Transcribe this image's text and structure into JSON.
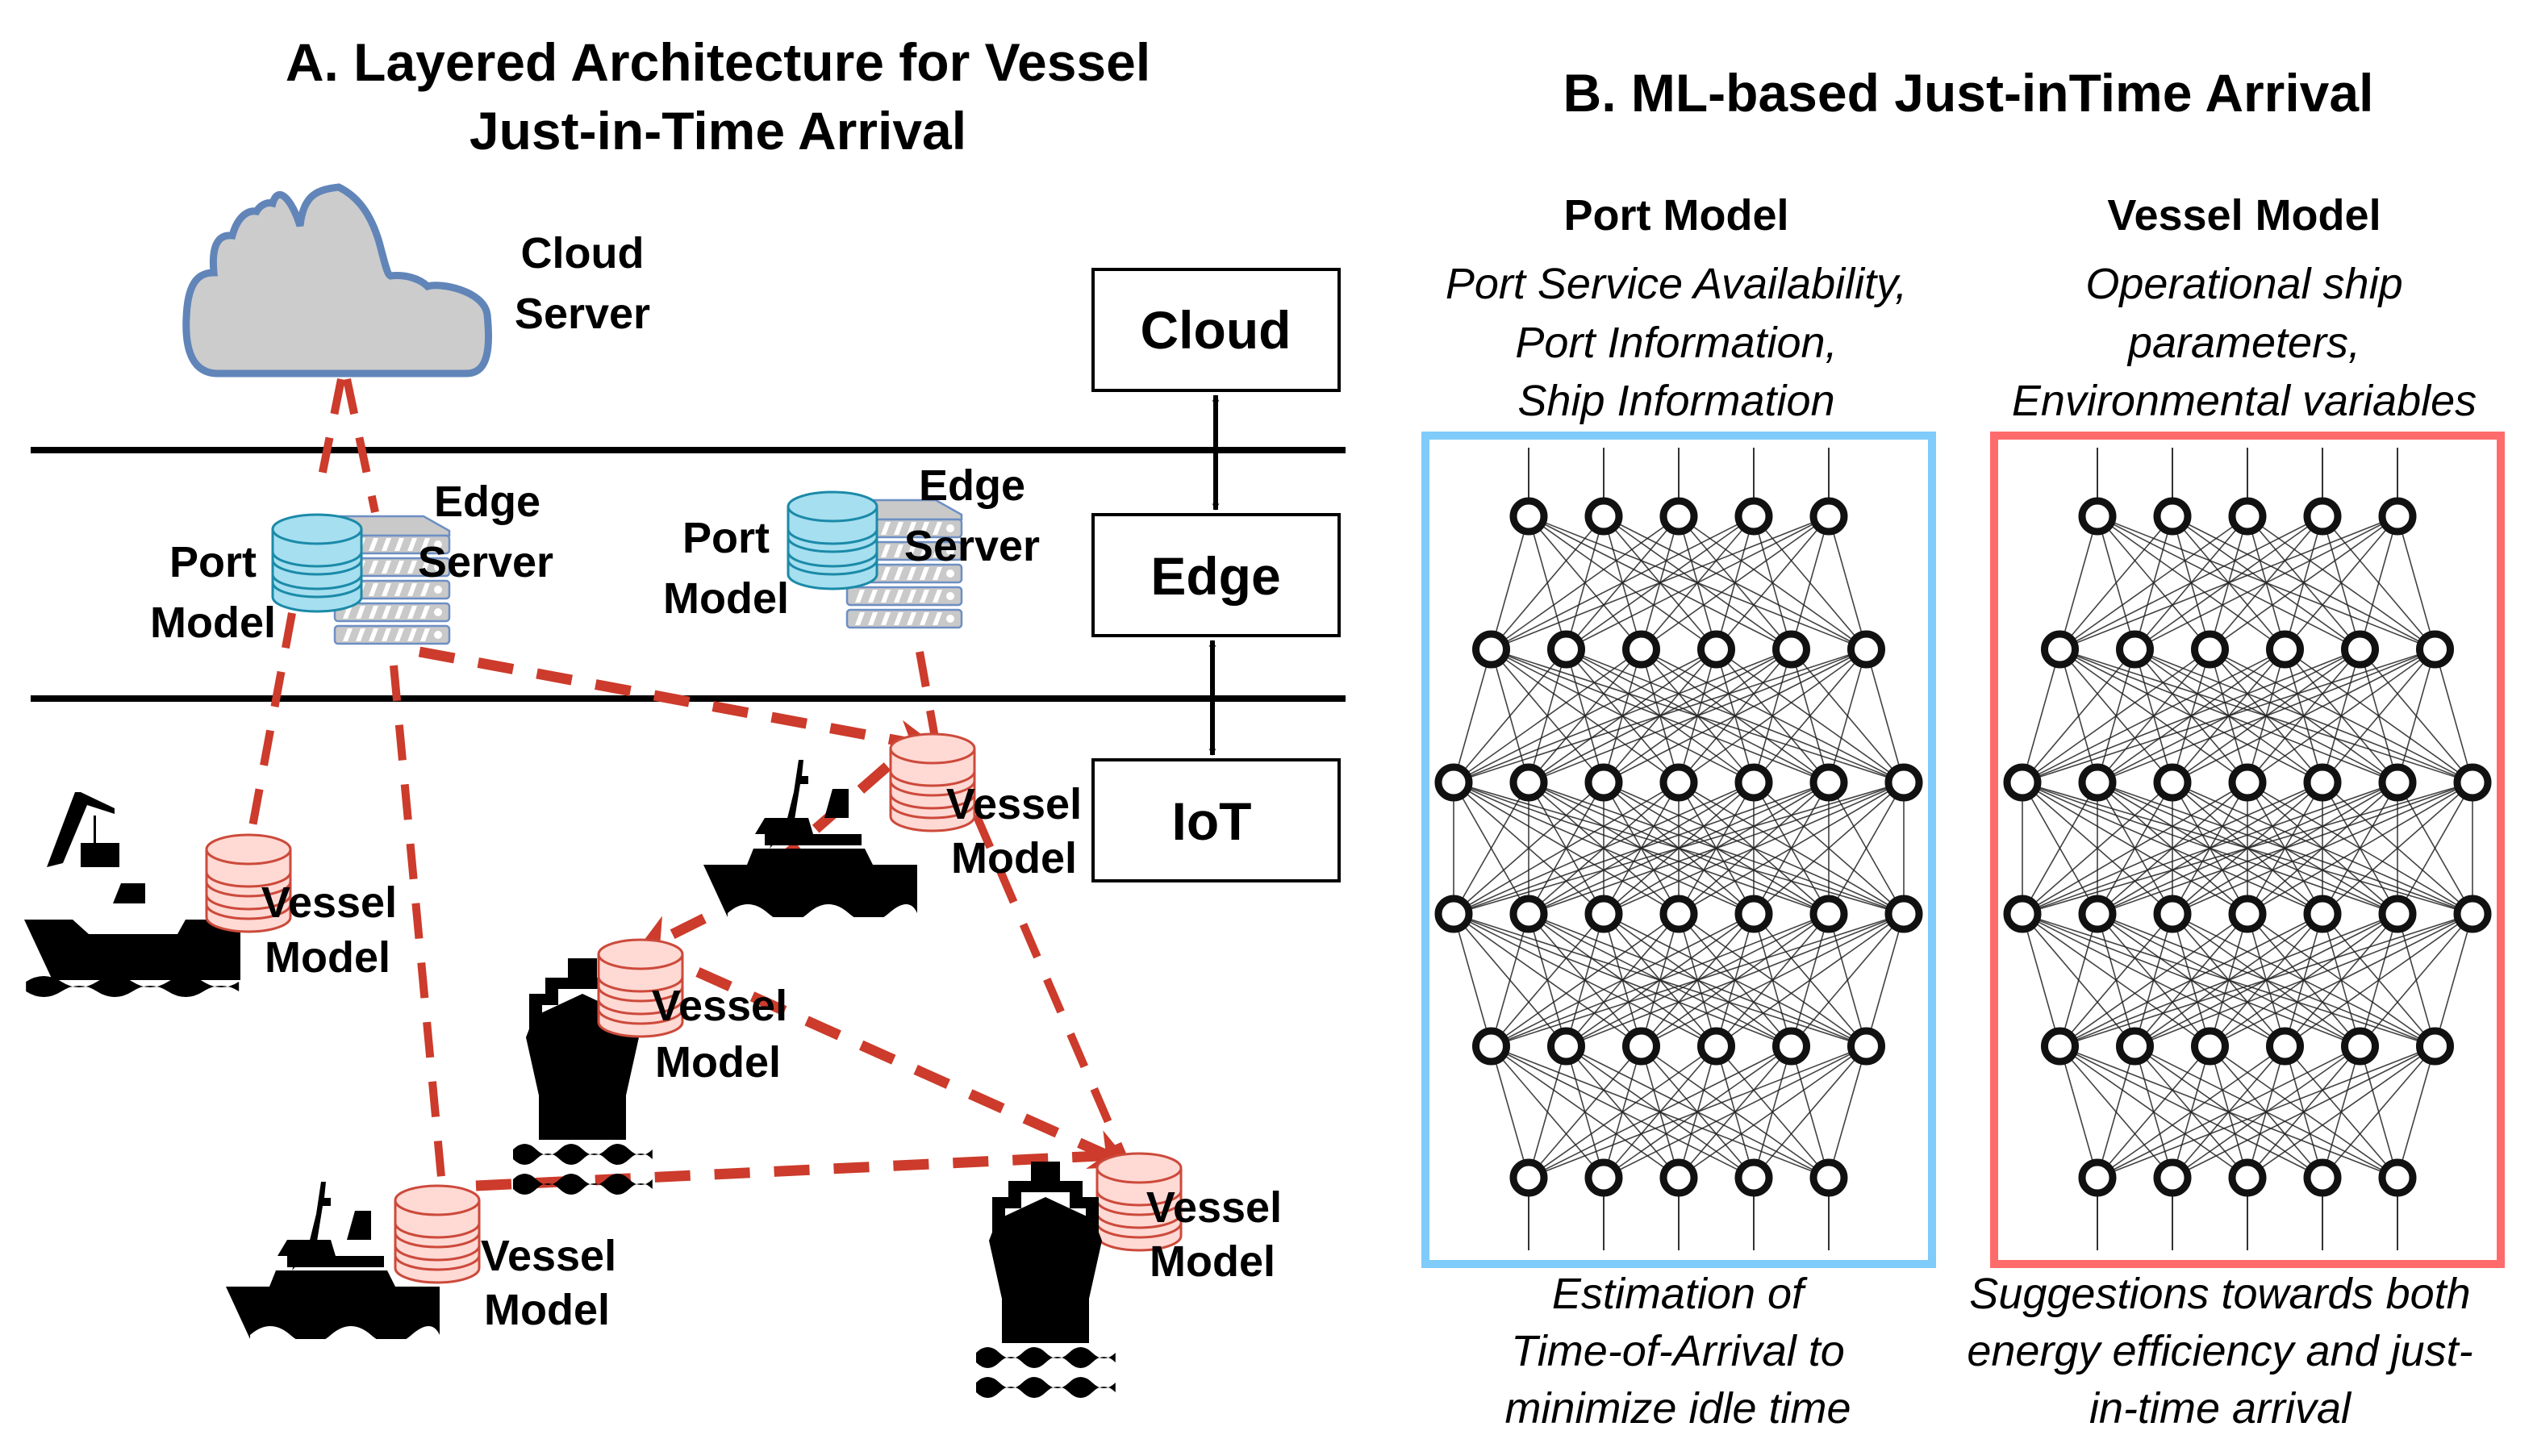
{
  "panel_a": {
    "title_line1": "A. Layered Architecture for Vessel",
    "title_line2": "Just-in-Time Arrival",
    "cloud_label_line1": "Cloud",
    "cloud_label_line2": "Server",
    "edge_servers": [
      {
        "port_line1": "Port",
        "port_line2": "Model",
        "server_line1": "Edge",
        "server_line2": "Server"
      },
      {
        "port_line1": "Port",
        "port_line2": "Model",
        "server_line1": "Edge",
        "server_line2": "Server"
      }
    ],
    "layers": [
      {
        "label": "Cloud"
      },
      {
        "label": "Edge"
      },
      {
        "label": "IoT"
      }
    ],
    "vessels": [
      {
        "type": "crane-ship",
        "label_line1": "Vessel",
        "label_line2": "Model"
      },
      {
        "type": "trawler",
        "label_line1": "Vessel",
        "label_line2": "Model"
      },
      {
        "type": "cargo-front",
        "label_line1": "Vessel",
        "label_line2": "Model"
      },
      {
        "type": "trawler",
        "label_line1": "Vessel",
        "label_line2": "Model"
      },
      {
        "type": "cargo-front",
        "label_line1": "Vessel",
        "label_line2": "Model"
      }
    ]
  },
  "panel_b": {
    "title": "B. ML-based Just-inTime Arrival",
    "port_model": {
      "heading": "Port Model",
      "inputs": [
        "Port Service Availability,",
        "Port Information,",
        "Ship Information"
      ],
      "output": [
        "Estimation of",
        "Time-of-Arrival to",
        "minimize idle time"
      ],
      "frame_color": "#7fcbfa",
      "layers": [
        5,
        6,
        7,
        7,
        6,
        5
      ]
    },
    "vessel_model": {
      "heading": "Vessel Model",
      "inputs": [
        "Operational ship",
        "parameters,",
        "Environmental variables"
      ],
      "output": [
        "Suggestions towards both",
        "energy efficiency and just-",
        "in-time arrival"
      ],
      "frame_color": "#ff6b6b",
      "layers": [
        5,
        6,
        7,
        7,
        6,
        5
      ]
    }
  },
  "colors": {
    "link": "#cc3b2b",
    "cloud_fill": "#cccccc",
    "cloud_stroke": "#6185b8",
    "port_db_fill": "#a6dff0",
    "port_db_stroke": "#1b8aa8",
    "vessel_db_fill": "#ffd9d4",
    "vessel_db_stroke": "#cc4a3b",
    "server_fill": "#c9c9c9",
    "server_stroke": "#6d8fc4"
  }
}
